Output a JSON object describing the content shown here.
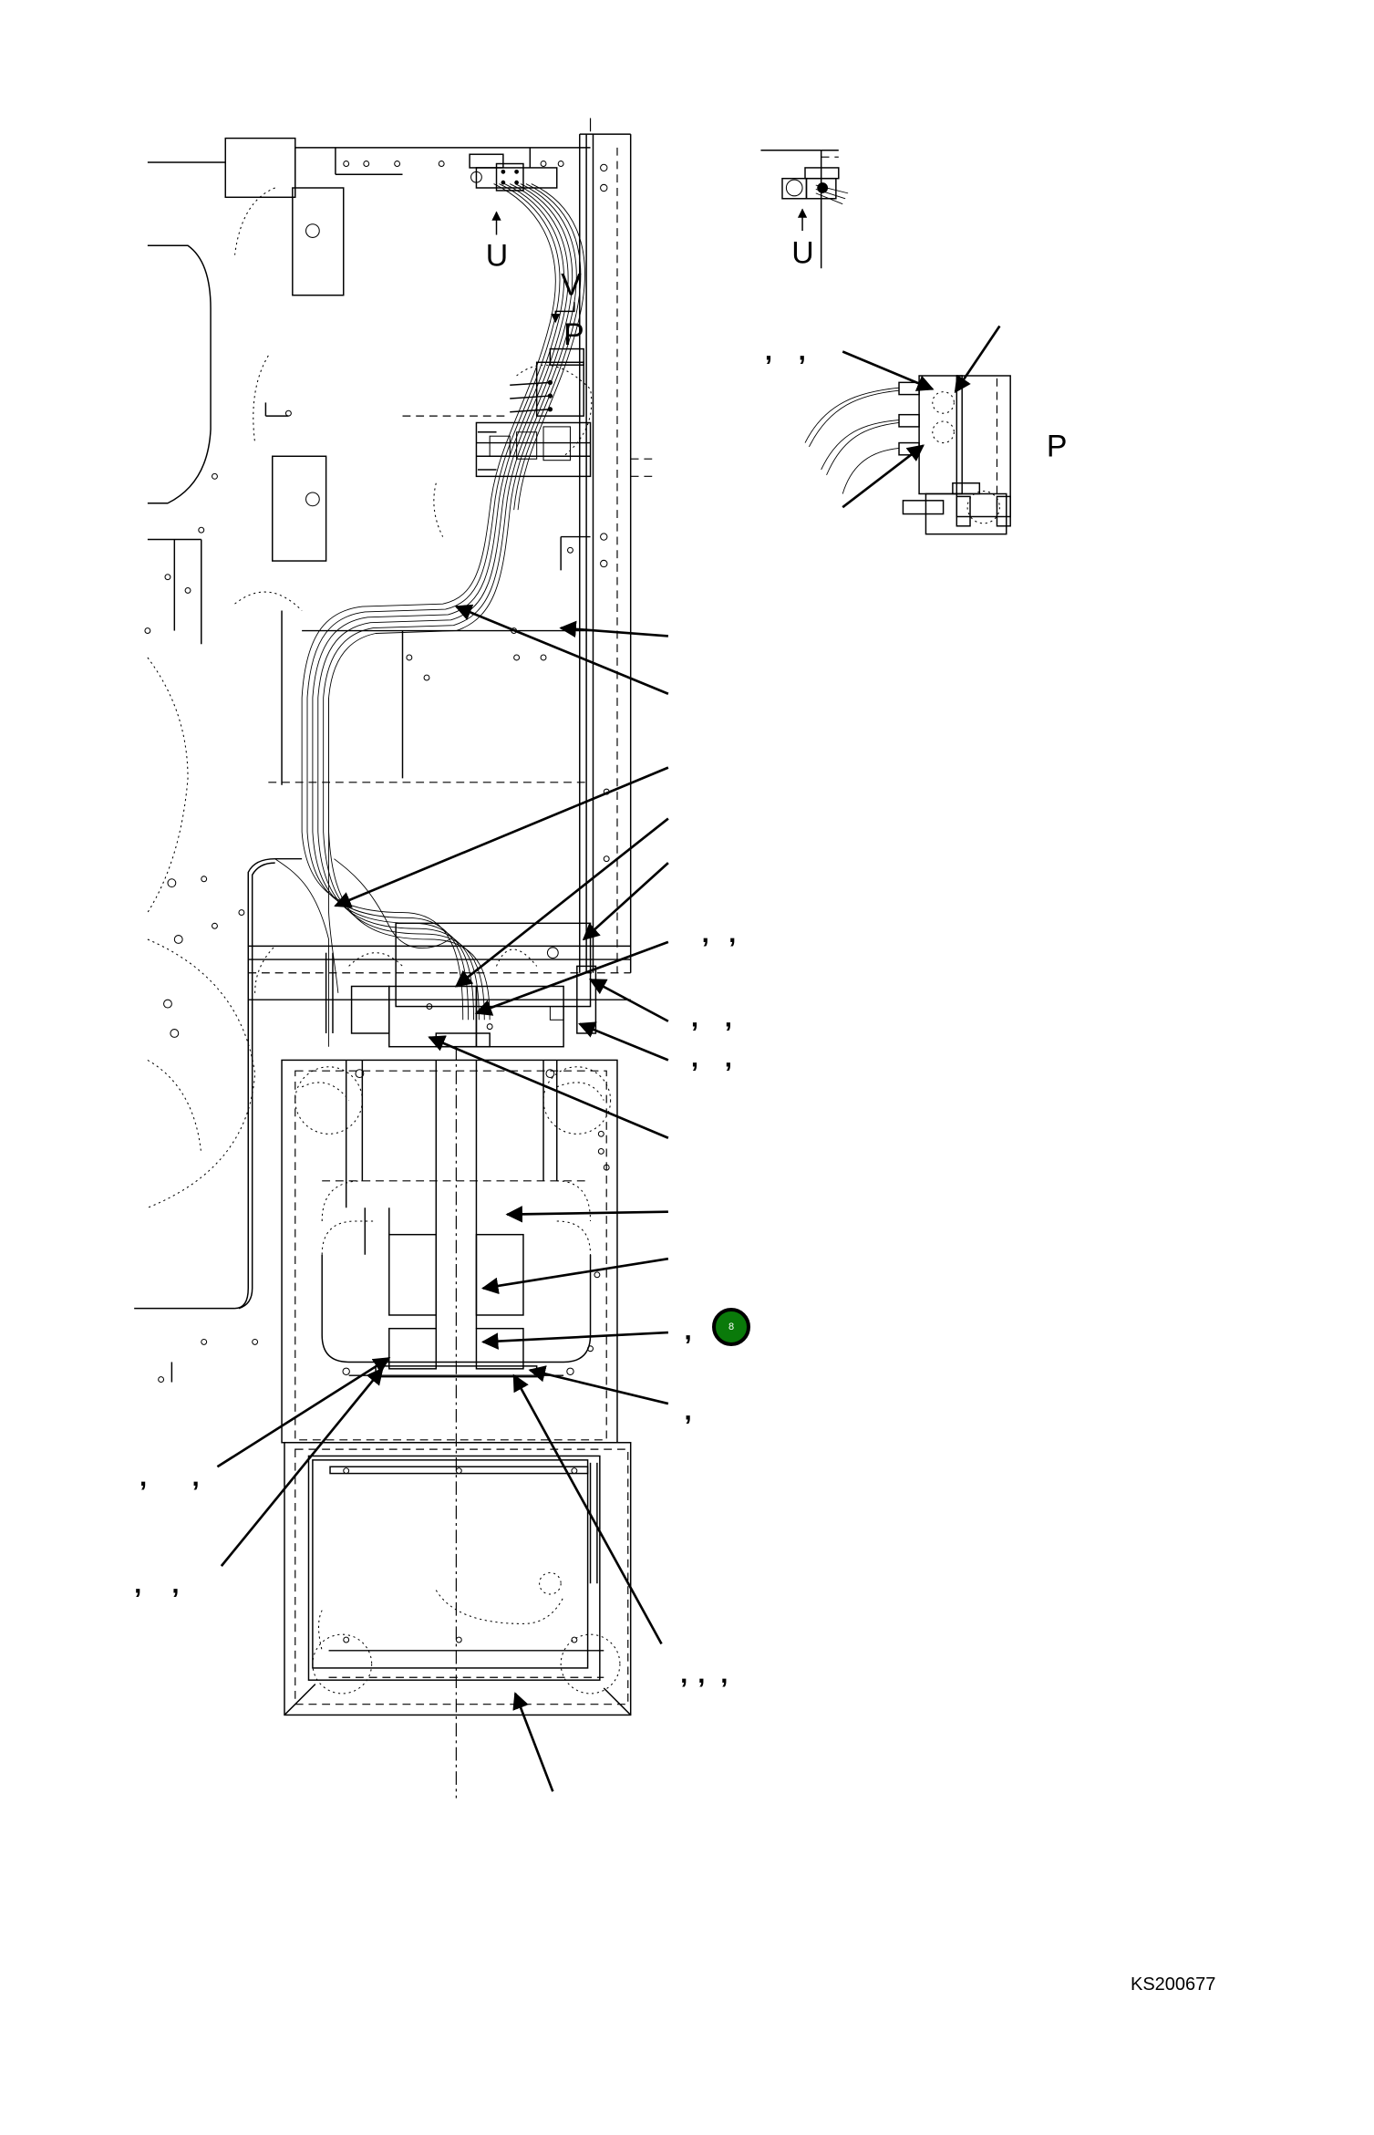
{
  "figure": {
    "id": "KS200677",
    "type": "hydraulic hose routing assembly drawing",
    "view_labels": {
      "view_u_main": "U",
      "view_u_detail": "U",
      "view_v": "V",
      "view_p_main": "P",
      "view_p_detail": "P"
    },
    "callout_badge": {
      "number": "8",
      "color": "#0a7a0a"
    },
    "callout_separators": {
      "detail_p_top": [
        ",",
        ","
      ],
      "right_1": [
        ",",
        ","
      ],
      "right_2": [
        ",",
        ","
      ],
      "right_3": [
        ",",
        ","
      ],
      "right_badge": [
        ","
      ],
      "right_bottom": [
        ","
      ],
      "bottom_right": [
        ",",
        ",",
        ","
      ],
      "left_1": [
        ",",
        ","
      ],
      "left_2": [
        ",",
        ","
      ]
    }
  }
}
